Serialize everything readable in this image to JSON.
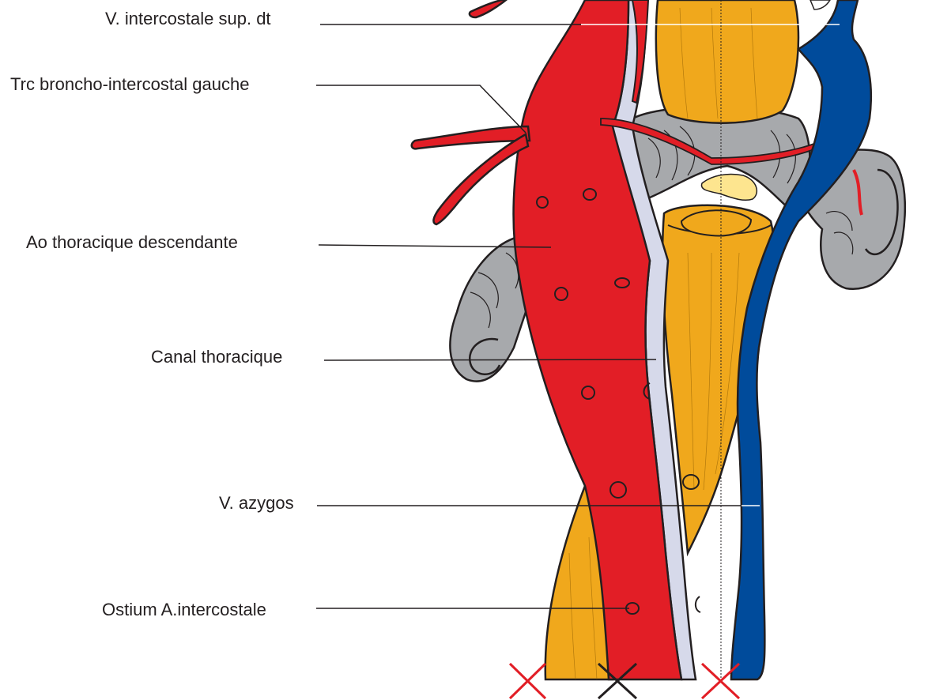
{
  "labels": {
    "v_intercostale_sup_dt": "V. intercostale sup. dt",
    "trc_broncho_intercostal_gauche": "Trc broncho-intercostal gauche",
    "ao_thoracique_descendante": "Ao thoracique descendante",
    "canal_thoracique": "Canal thoracique",
    "v_azygos": "V. azygos",
    "ostium_a_intercostale": "Ostium A.intercostale"
  },
  "colors": {
    "aorta": "#e21e26",
    "vein": "#004b9b",
    "thoracic_duct": "#d6d9ea",
    "muscle": "#f0a81c",
    "bronchi": "#a7a9ac",
    "outline": "#231f20",
    "fat": "#fde58f",
    "marker_red": "#e21e26",
    "marker_black": "#231f20"
  }
}
